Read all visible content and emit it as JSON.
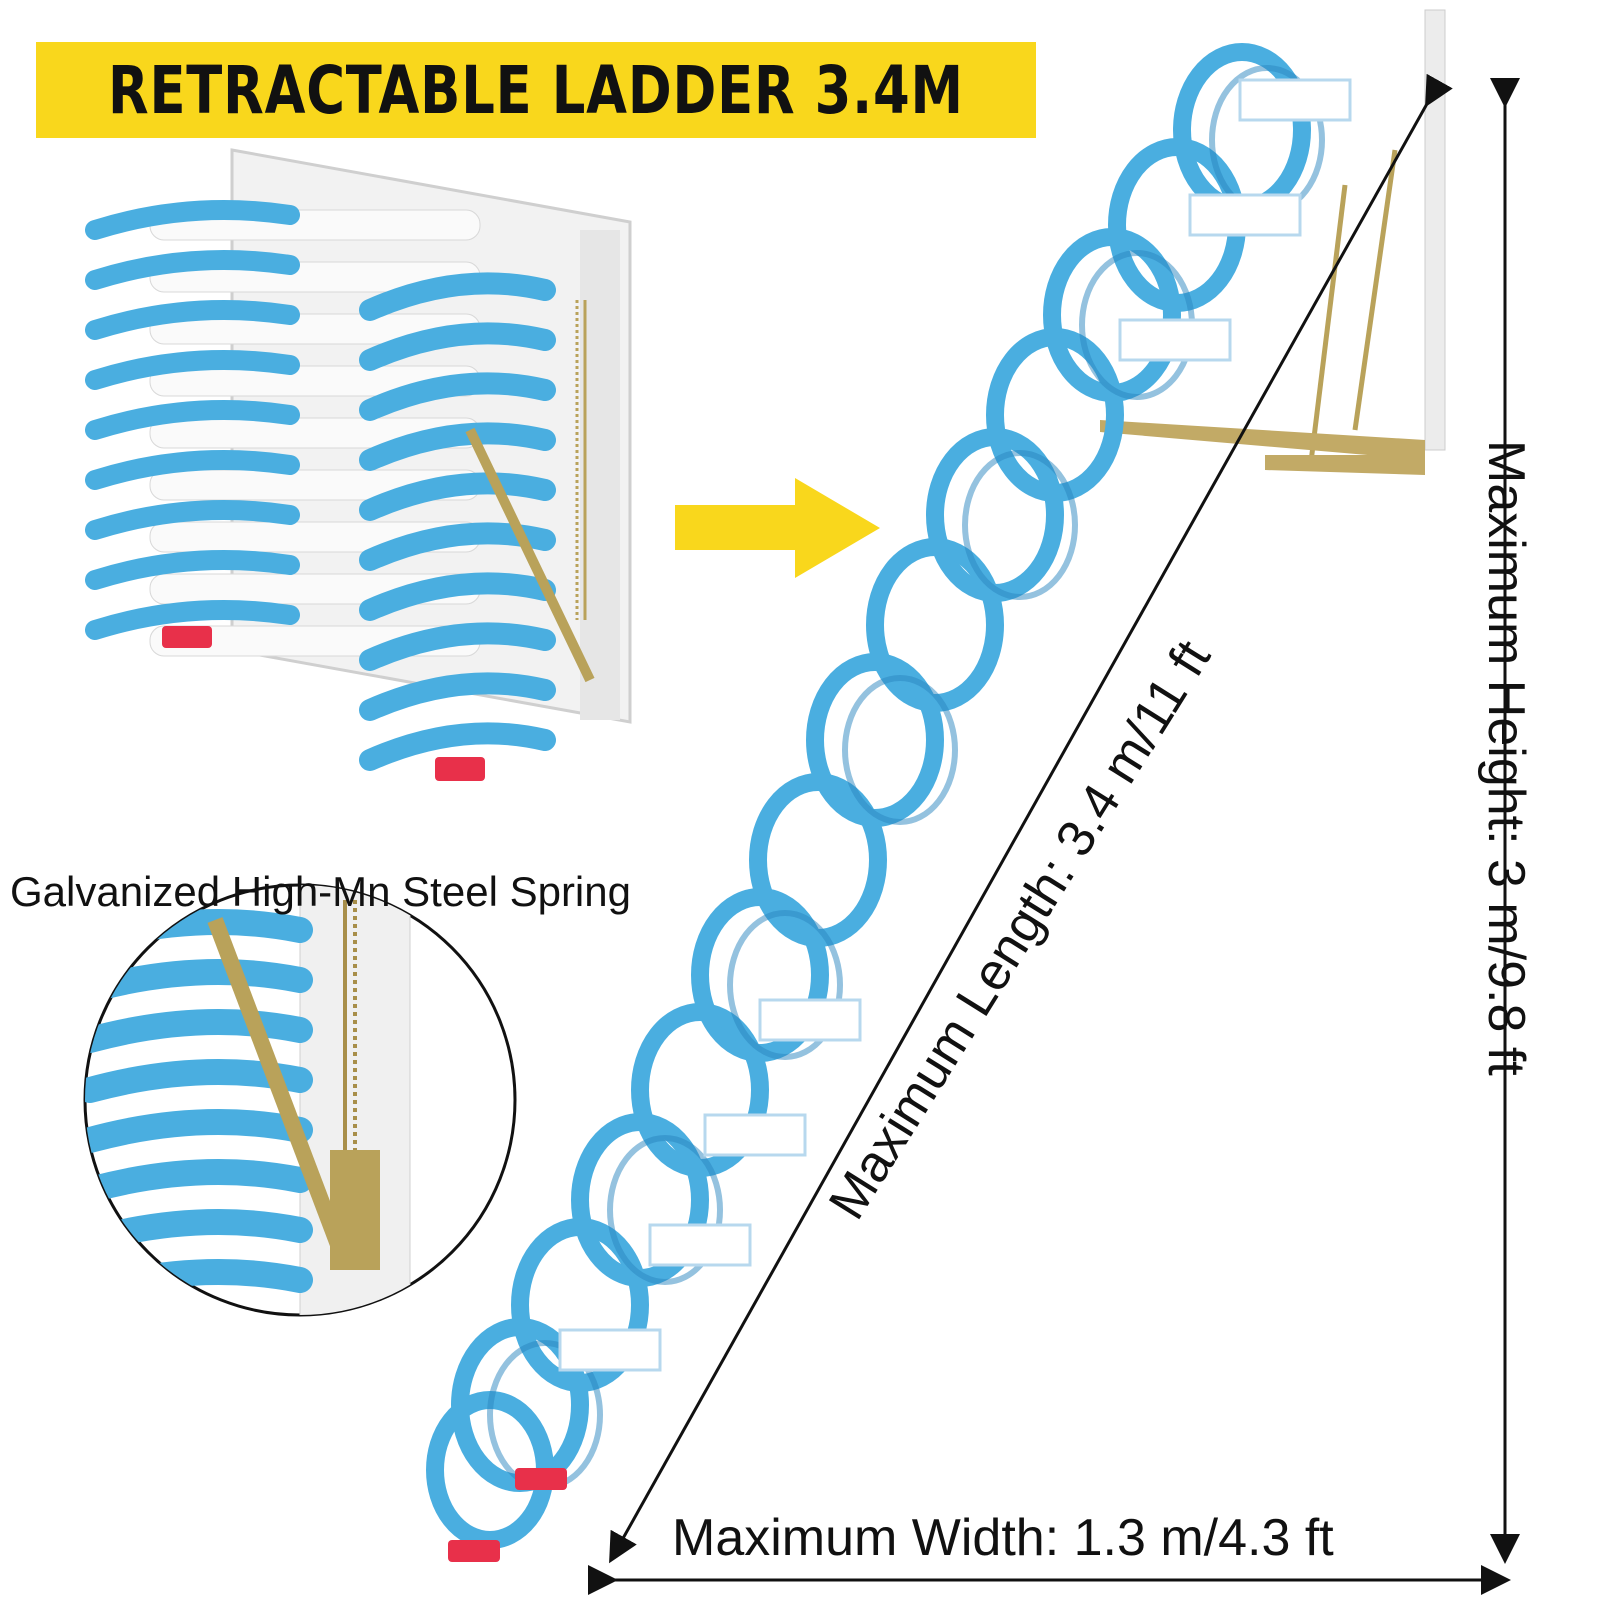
{
  "banner": {
    "title": "RETRACTABLE LADDER 3.4M"
  },
  "captions": {
    "spring": "Galvanized High-Mn Steel Spring"
  },
  "dimensions": {
    "length": "Maximum Length: 3.4 m/11 ft",
    "height": "Maximum Height: 3 m/9.8 ft",
    "width": "Maximum Width: 1.3 m/4.3 ft"
  },
  "colors": {
    "ladder_blue": "#4aaee0",
    "ladder_blue_dark": "#2a86bf",
    "banner_yellow": "#f9d71c",
    "arrow_yellow": "#f9d71c",
    "foot_red": "#e8304a",
    "bracket_brass": "#b9a25a"
  }
}
